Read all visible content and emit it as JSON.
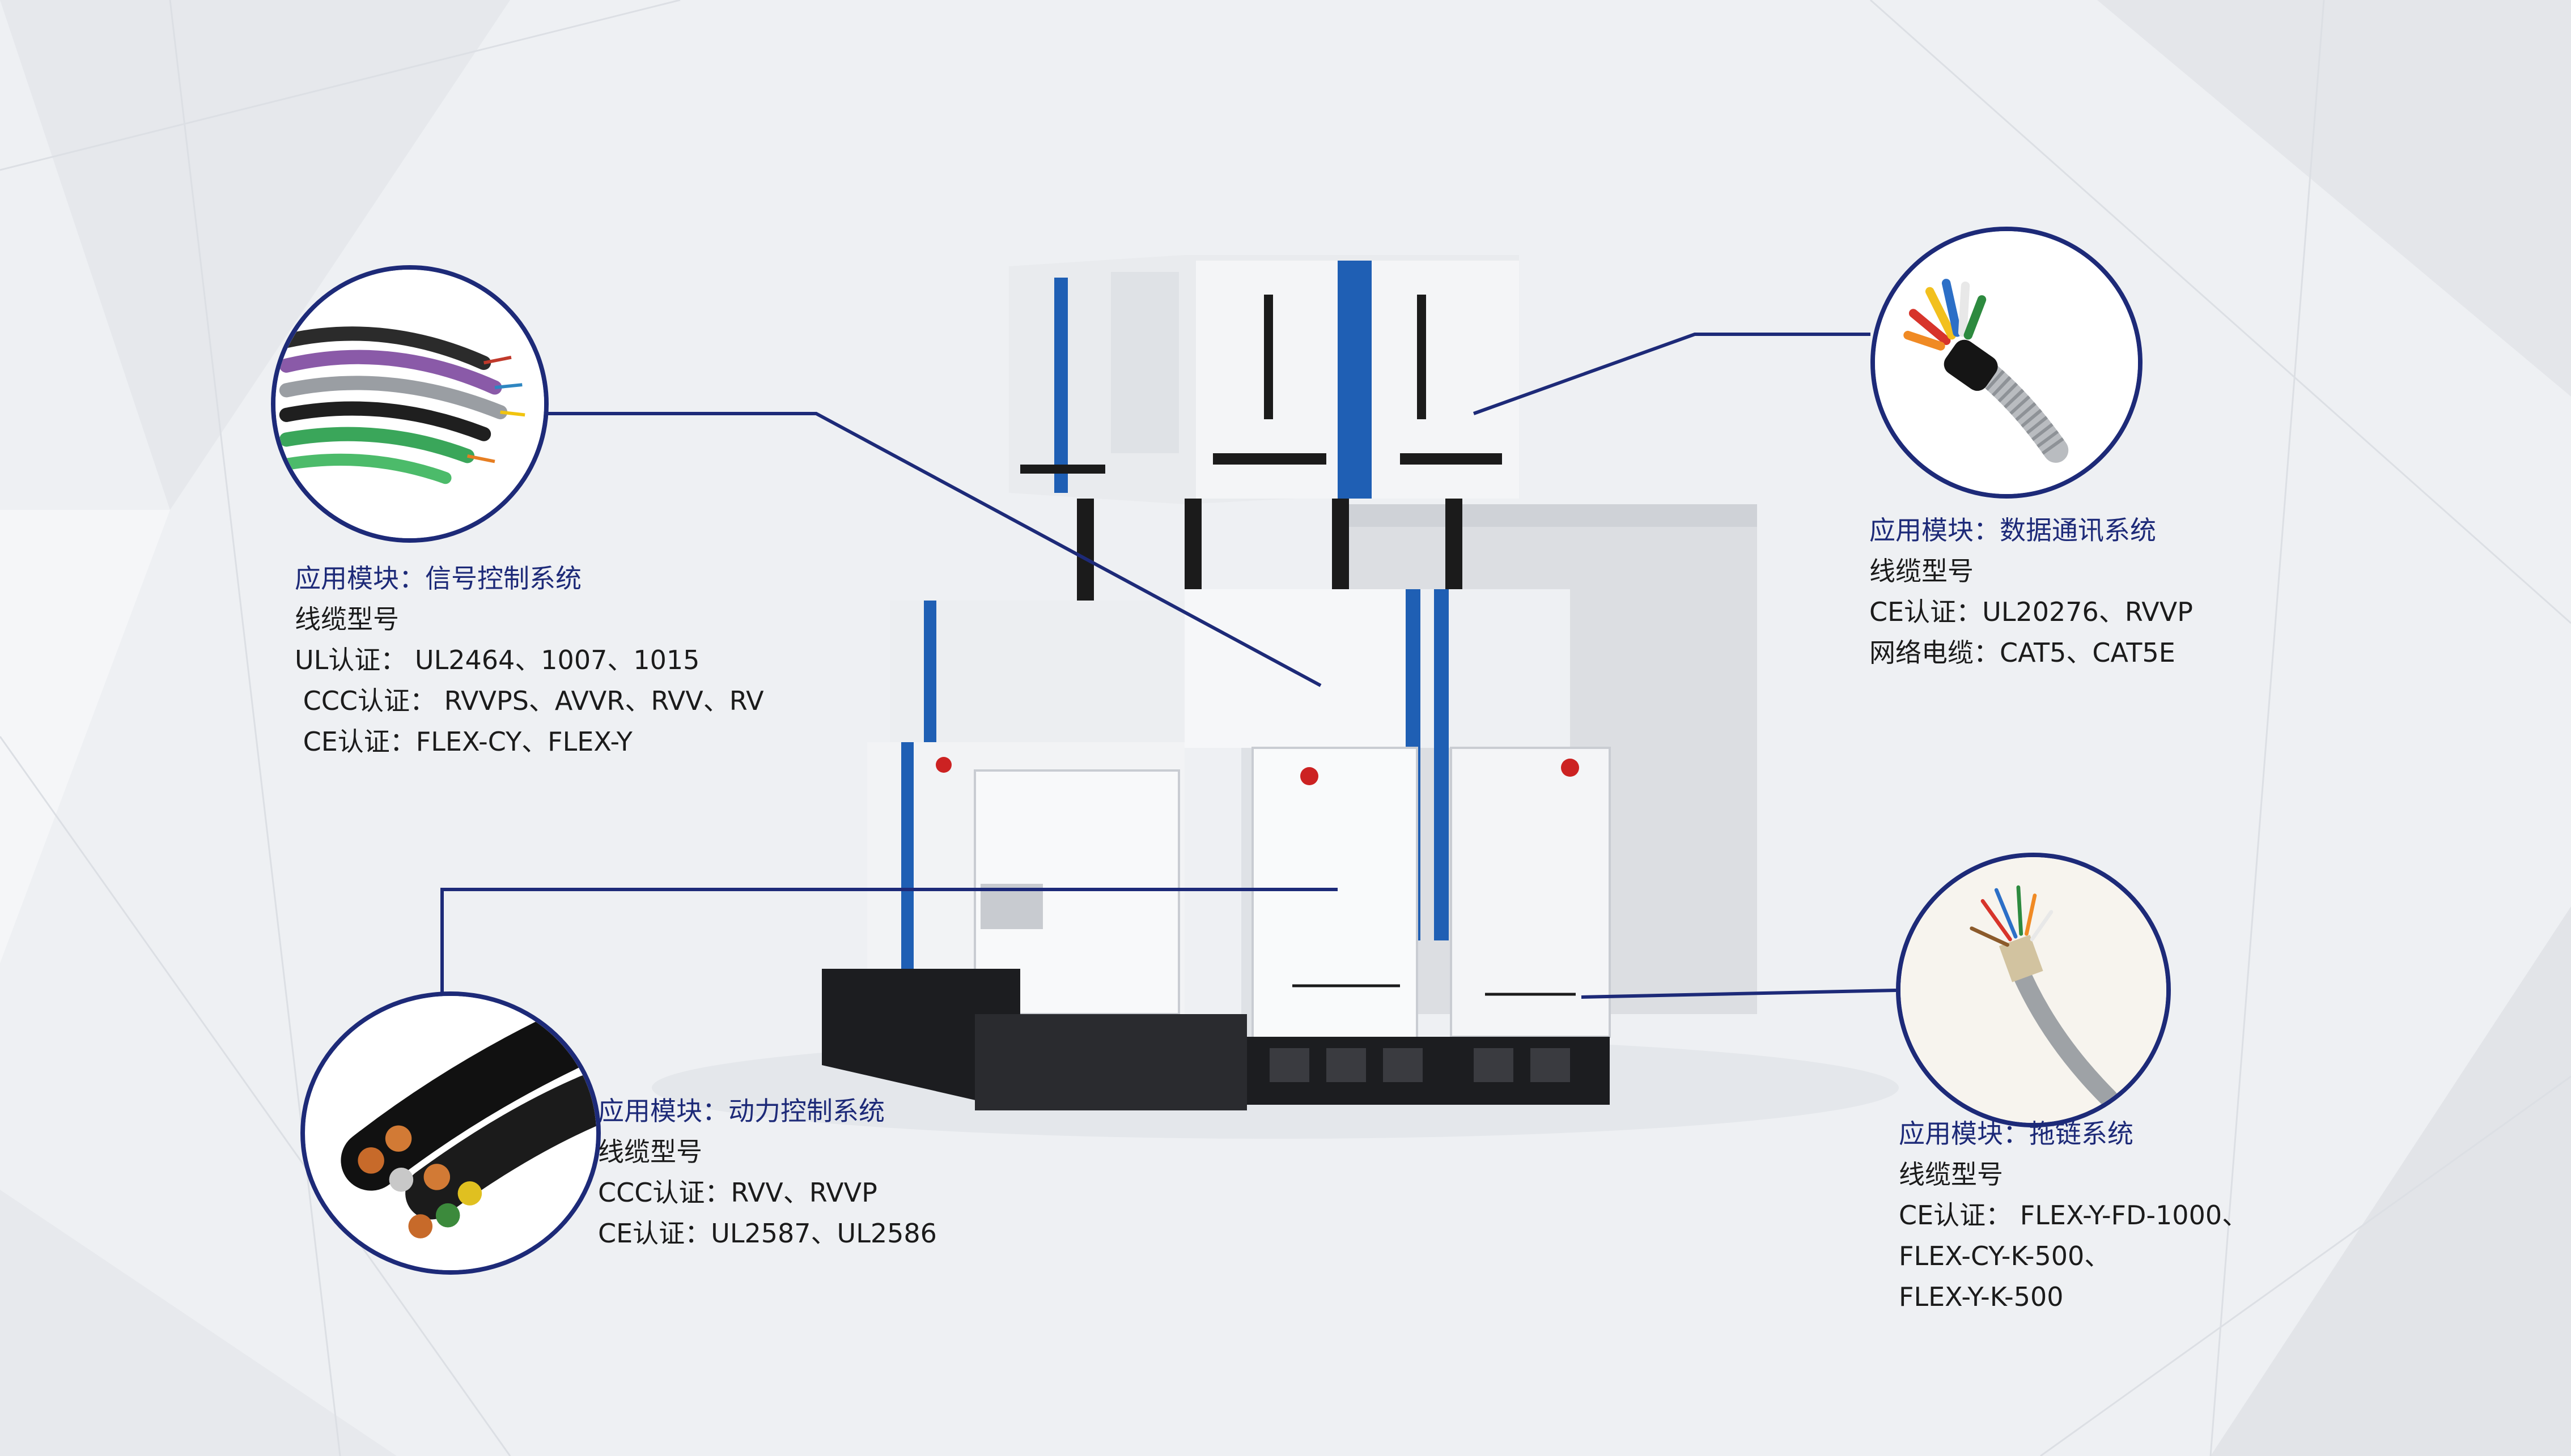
{
  "colors": {
    "accent": "#1d2a78",
    "text": "#1b1b1b",
    "background": "#eef0f3",
    "cabinet_blue": "#1f5fb4"
  },
  "modules": [
    {
      "icon": "signal-control-cable-icon",
      "title": "应用模块：信号控制系统",
      "lines": [
        "线缆型号",
        "UL认证： UL2464、1007、1015",
        " CCC认证： RVVPS、AVVR、RVV、RV",
        " CE认证：FLEX-CY、FLEX-Y"
      ]
    },
    {
      "icon": "data-communication-cable-icon",
      "title": "应用模块：数据通讯系统",
      "lines": [
        "线缆型号",
        "CE认证：UL20276、RVVP",
        "网络电缆：CAT5、CAT5E"
      ]
    },
    {
      "icon": "power-control-cable-icon",
      "title": "应用模块：动力控制系统",
      "lines": [
        "线缆型号",
        "CCC认证：RVV、RVVP",
        "CE认证：UL2587、UL2586"
      ]
    },
    {
      "icon": "drag-chain-cable-icon",
      "title": "应用模块：拖链系统",
      "lines": [
        "线缆型号",
        "CE认证： FLEX-Y-FD-1000、",
        "FLEX-CY-K-500、",
        "FLEX-Y-K-500"
      ]
    }
  ]
}
